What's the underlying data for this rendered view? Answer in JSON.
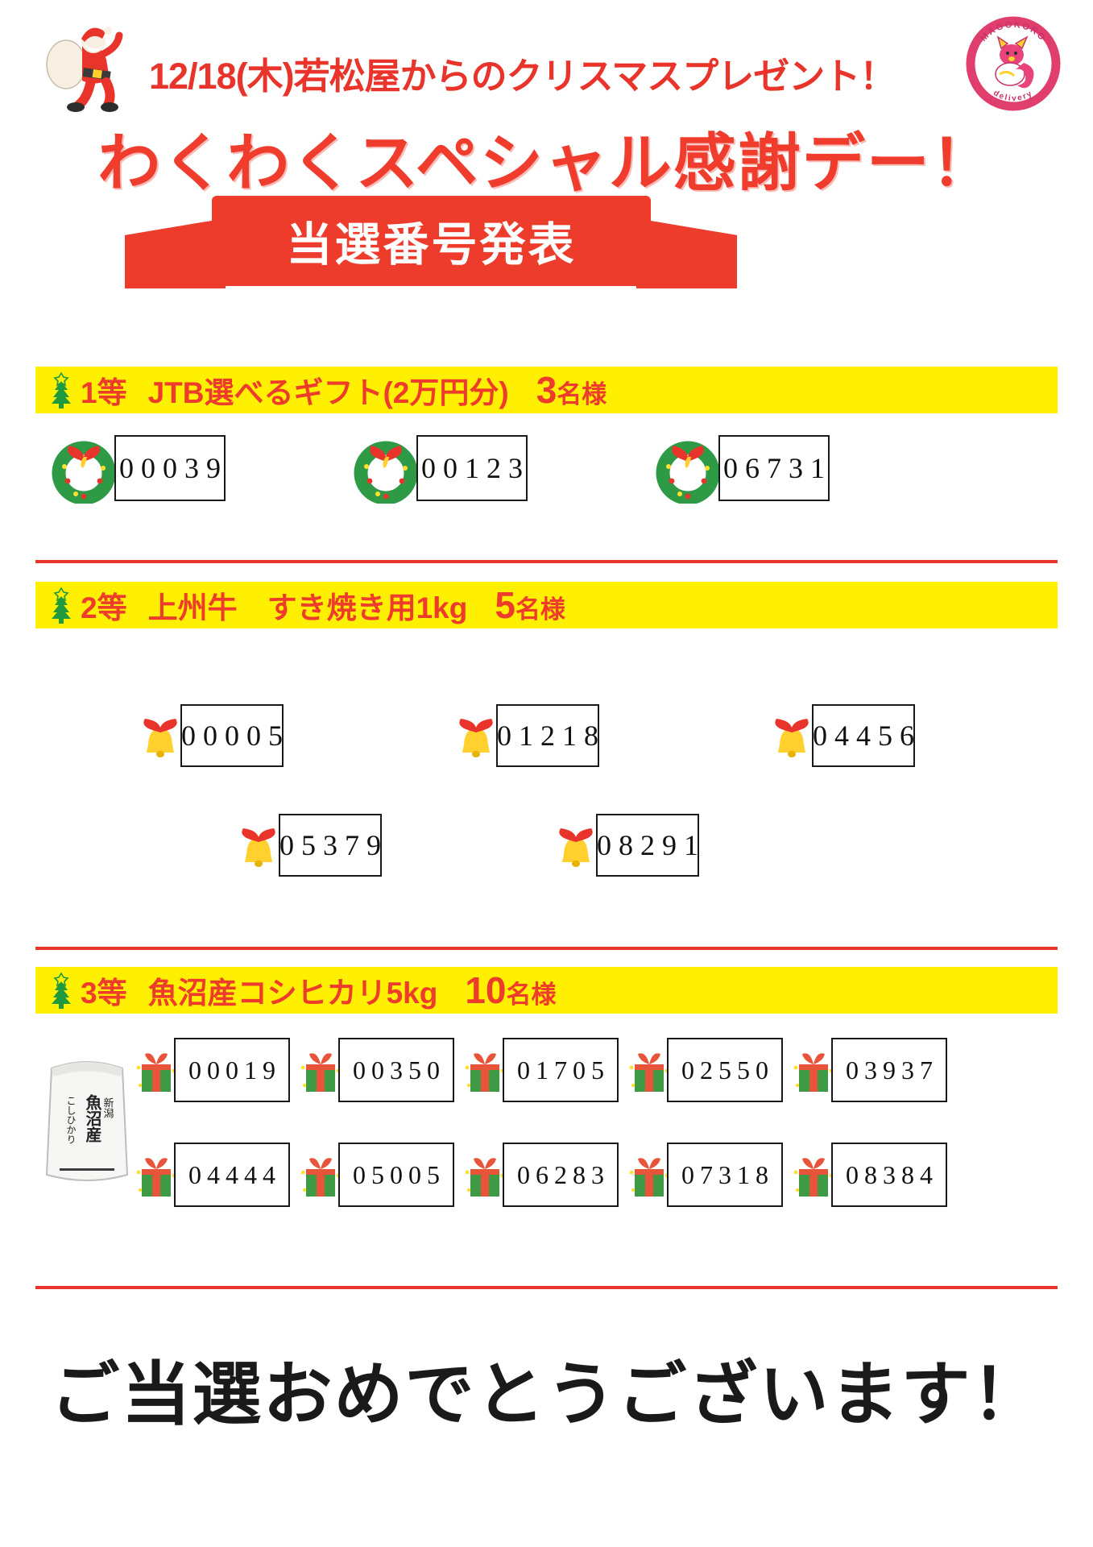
{
  "header": {
    "title": "12/18(木)若松屋からのクリスマスプレゼント！",
    "santa_icon": "santa-claus-icon",
    "logo_top_text": "MAGOKORO",
    "logo_bottom_text": "delivery"
  },
  "main_title": "わくわくスペシャル感謝デー！",
  "ribbon": {
    "label": "当選番号発表"
  },
  "sections": [
    {
      "rank": "1等",
      "name": "JTB選べるギフト(2万円分)",
      "count_number": "3",
      "count_suffix": "名様",
      "icon": "christmas-wreath-icon",
      "rows": [
        [
          "00039",
          "00123",
          "06731"
        ]
      ]
    },
    {
      "rank": "2等",
      "name": "上州牛　すき焼き用1kg",
      "count_number": "5",
      "count_suffix": "名様",
      "icon": "christmas-bell-icon",
      "rows": [
        [
          "00005",
          "01218",
          "04456"
        ],
        [
          "05379",
          "08291"
        ]
      ]
    },
    {
      "rank": "3等",
      "name": "魚沼産コシヒカリ5kg",
      "count_number": "10",
      "count_suffix": "名様",
      "icon": "christmas-gift-icon",
      "rows": [
        [
          "00019",
          "00350",
          "01705",
          "02550",
          "03937"
        ],
        [
          "04444",
          "05005",
          "06283",
          "07318",
          "08384"
        ]
      ]
    }
  ],
  "rice_bag": {
    "line1": "新潟",
    "line2": "魚沼産",
    "line3": "こしひかり"
  },
  "footer": {
    "message": "ご当選おめでとうございます！"
  },
  "colors": {
    "red": "#ee3c2c",
    "yellow": "#ffef00",
    "green": "#1f9a3f",
    "black": "#1a1a1a"
  }
}
